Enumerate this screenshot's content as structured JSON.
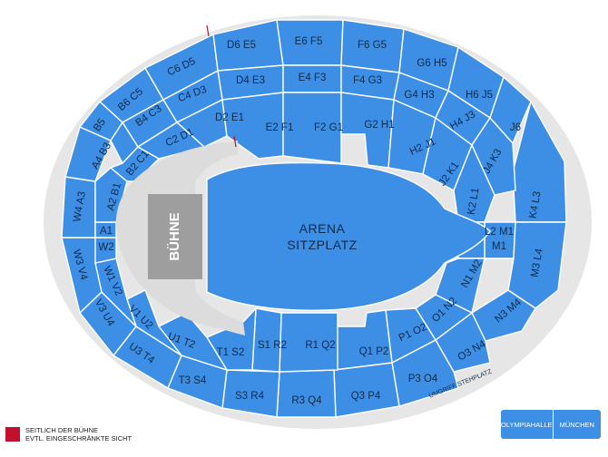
{
  "venue": {
    "name": "OLYMPIAHALLE",
    "city": "MÜNCHEN"
  },
  "legend": {
    "line1": "SEITLICH DER BÜHNE",
    "line2": "EVTL. EINGESCHRÄNKTE SICHT",
    "color": "#c1102e"
  },
  "colors": {
    "section": "#3d8fe6",
    "ring": "#e6e6e6",
    "floor": "#dcdcdc",
    "label": "#0f2a4a"
  },
  "stage_label": "BÜHNE",
  "arena_label": {
    "line1": "ARENA",
    "line2": "SITZPLATZ"
  },
  "umgriff_label": "UMGRIFF STEHPLATZ",
  "outer_sections": [
    "D6 E5",
    "E6 F5",
    "F6 G5",
    "G6 H5",
    "H6 J5",
    "J6",
    "K4 L3",
    "L2 M1",
    "M3 L4",
    "N3 M4",
    "O3 N4",
    "P3 O4",
    "Q3 P4",
    "R3 Q4",
    "S3 R4",
    "T3 S4",
    "U3 T4",
    "V3 U4",
    "W3 V4",
    "W4 A3",
    "A4 B3",
    "B5",
    "B6 C5",
    "C6 D5"
  ],
  "inner_sections": [
    "D4 E3",
    "E4 F3",
    "F4 G3",
    "G4 H3",
    "H4 J3",
    "J4 K3",
    "M1",
    "N1 M2",
    "O1 N2",
    "P1 O2",
    "Q1 P2",
    "R1 Q2",
    "S1 R2",
    "T1 S2",
    "U1 T2",
    "V1 U2",
    "W1 V2",
    "W2",
    "A1",
    "A2 B1",
    "B2 C1",
    "C2 D1",
    "D2 E1",
    "E2 F1",
    "F2 G1",
    "G2 H1",
    "H2 J1",
    "J2 K1",
    "K2 L1",
    "B4 C3",
    "C4 D3"
  ]
}
